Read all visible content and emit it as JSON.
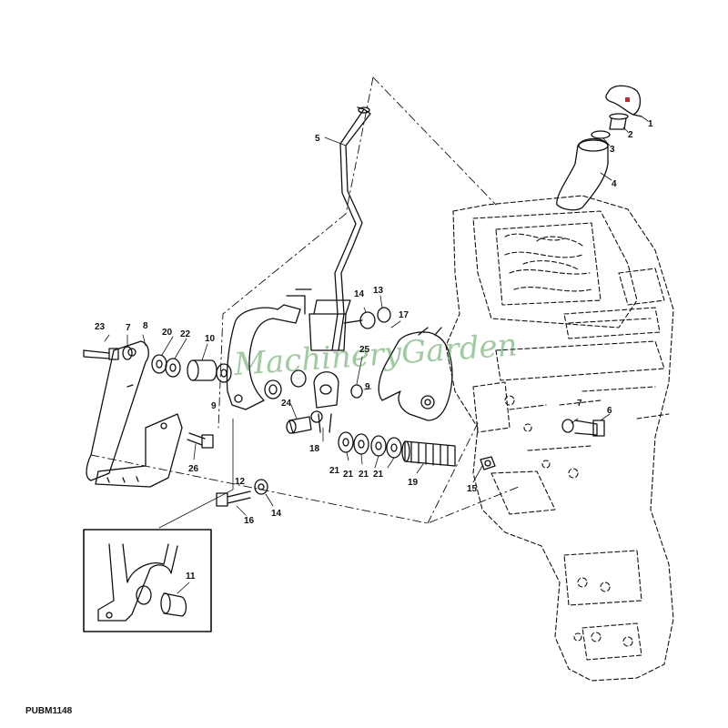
{
  "diagram": {
    "code": "PUBM1148",
    "watermark": "MachineryGarden",
    "labels": {
      "l1": "1",
      "l2": "2",
      "l3": "3",
      "l4": "4",
      "l5": "5",
      "l6": "6",
      "l7a": "7",
      "l7b": "7",
      "l8": "8",
      "l9a": "9",
      "l9b": "9",
      "l10": "10",
      "l11": "11",
      "l12": "12",
      "l13": "13",
      "l14a": "14",
      "l14b": "14",
      "l15": "15",
      "l16": "16",
      "l17": "17",
      "l18": "18",
      "l19": "19",
      "l20": "20",
      "l21a": "21",
      "l21b": "21",
      "l21c": "21",
      "l21d": "21",
      "l22": "22",
      "l23": "23",
      "l24": "24",
      "l25": "25",
      "l26": "26"
    }
  }
}
